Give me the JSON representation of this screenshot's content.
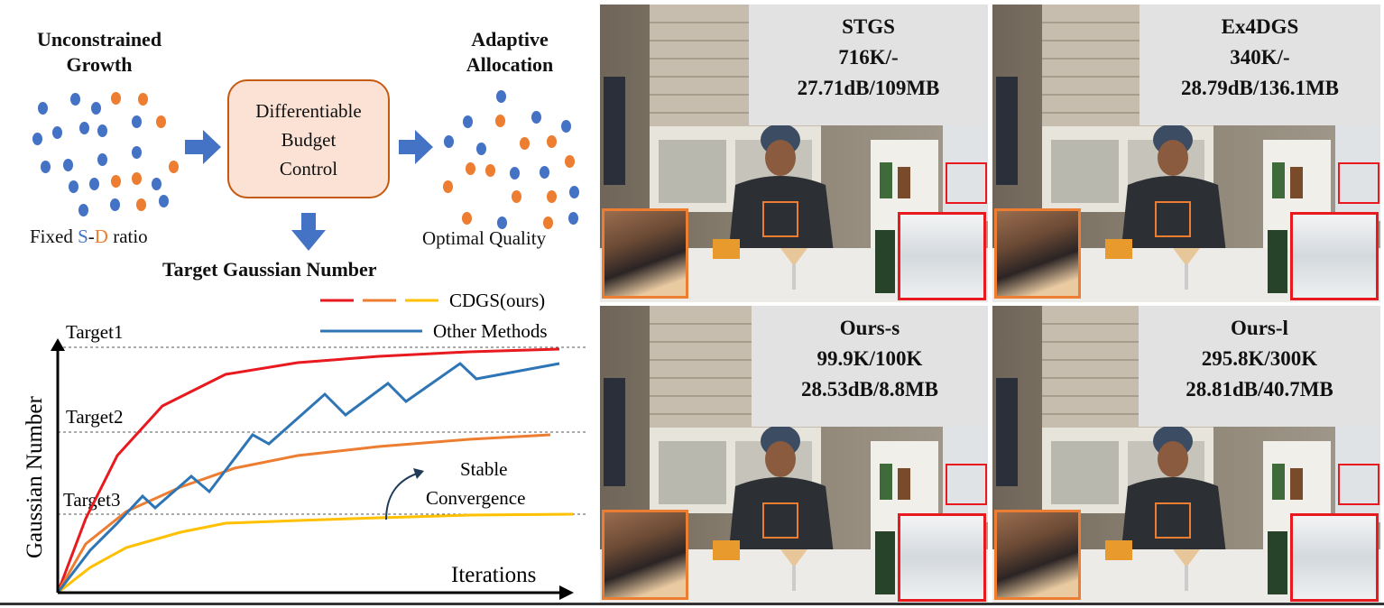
{
  "left_top": {
    "unconstrained_line1": "Unconstrained",
    "unconstrained_line2": "Growth",
    "adaptive_line1": "Adaptive",
    "adaptive_line2": "Allocation",
    "budget_line1": "Differentiable",
    "budget_line2": "Budget",
    "budget_line3": "Control",
    "fixed_prefix": "Fixed ",
    "fixed_s": "S",
    "fixed_dash": "-",
    "fixed_d": "D",
    "fixed_suffix": " ratio",
    "optimal": "Optimal Quality",
    "target_number": "Target Gaussian Number"
  },
  "colors": {
    "static_blue": "#4472c4",
    "dynamic_orange": "#ed7d31",
    "budget_fill": "#fbe2d5",
    "budget_border": "#c55a11",
    "ours_red": "#e8191f",
    "ours_orange": "#ed7d31",
    "ours_yellow": "#ffc000",
    "other_blue": "#2e75b6",
    "zoom_orange": "#ed7d31",
    "zoom_red": "#e8191f"
  },
  "plot": {
    "legend_ours": "CDGS(ours)",
    "legend_other": "Other Methods",
    "target1": "Target1",
    "target2": "Target2",
    "target3": "Target3",
    "ylabel": "Gaussian Number",
    "xlabel": "Iterations",
    "annot_line1": "Stable",
    "annot_line2": "Convergence"
  },
  "panels": [
    {
      "method": "STGS",
      "count": "716K/-",
      "metrics": "27.71dB/109MB"
    },
    {
      "method": "Ex4DGS",
      "count": "340K/-",
      "metrics": "28.79dB/136.1MB"
    },
    {
      "method": "Ours-s",
      "count": "99.9K/100K",
      "metrics": "28.53dB/8.8MB"
    },
    {
      "method": "Ours-l",
      "count": "295.8K/300K",
      "metrics": "28.81dB/40.7MB"
    }
  ]
}
